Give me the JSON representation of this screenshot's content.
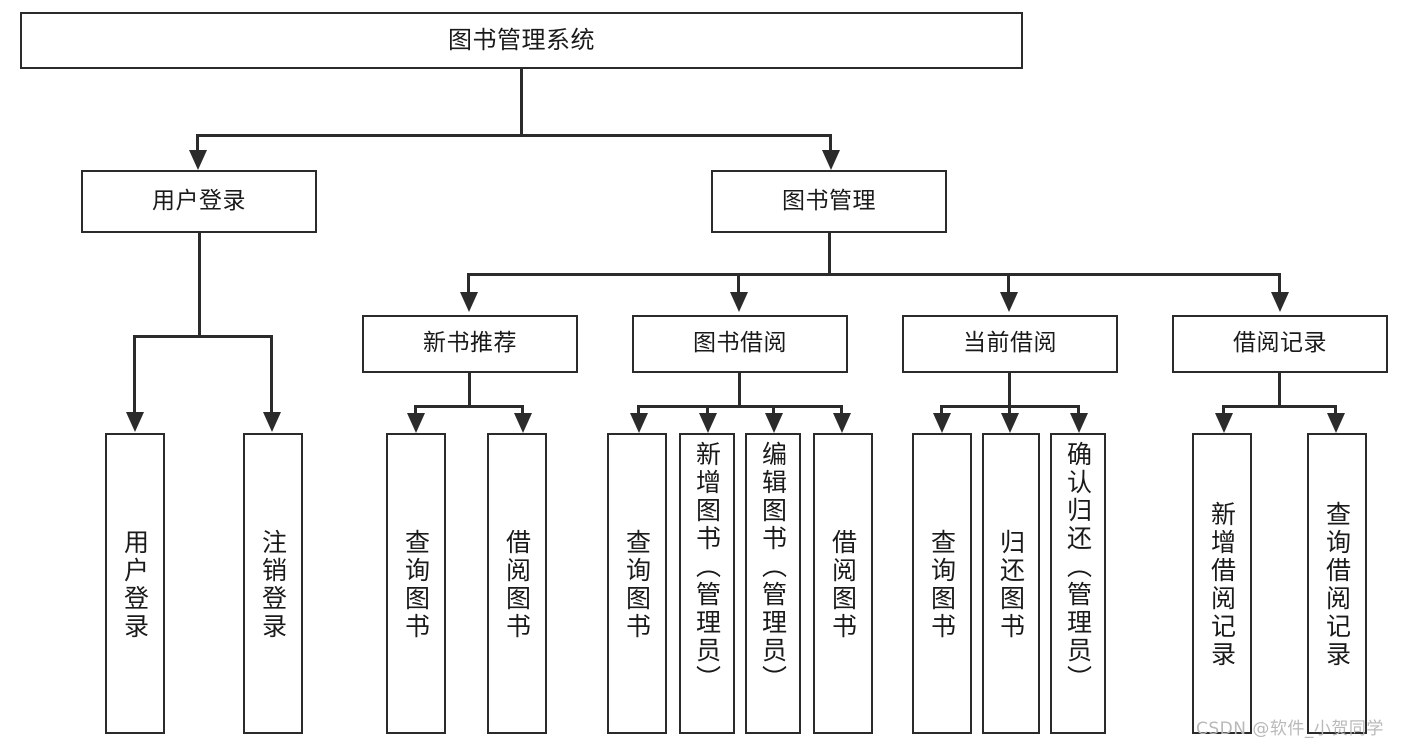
{
  "diagram": {
    "title": "图书管理系统",
    "type": "function-structure-tree",
    "watermark": "CSDN @软件_小贺同学",
    "colors": {
      "stroke": "#2b2b2b",
      "fill": "#ffffff",
      "text": "#1a1a1a",
      "watermark": "#b9b9b9"
    },
    "levels": {
      "level1": [
        {
          "id": "root",
          "label": "图书管理系统"
        }
      ],
      "level2": [
        {
          "id": "user-login",
          "label": "用户登录"
        },
        {
          "id": "book-manage",
          "label": "图书管理"
        }
      ],
      "level3": [
        {
          "id": "new-book-rec",
          "label": "新书推荐"
        },
        {
          "id": "book-borrow",
          "label": "图书借阅"
        },
        {
          "id": "current-borrow",
          "label": "当前借阅"
        },
        {
          "id": "borrow-record",
          "label": "借阅记录"
        }
      ],
      "level4": [
        {
          "id": "leaf-user-login",
          "label": "用户登录",
          "parent": "user-login"
        },
        {
          "id": "leaf-logout",
          "label": "注销登录",
          "parent": "user-login"
        },
        {
          "id": "leaf-query-book-1",
          "label": "查询图书",
          "parent": "new-book-rec"
        },
        {
          "id": "leaf-borrow-book-1",
          "label": "借阅图书",
          "parent": "new-book-rec"
        },
        {
          "id": "leaf-query-book-2",
          "label": "查询图书",
          "parent": "book-borrow"
        },
        {
          "id": "leaf-add-book",
          "label": "新增图书（管理员）",
          "parent": "book-borrow"
        },
        {
          "id": "leaf-edit-book",
          "label": "编辑图书（管理员）",
          "parent": "book-borrow"
        },
        {
          "id": "leaf-borrow-book-2",
          "label": "借阅图书",
          "parent": "book-borrow"
        },
        {
          "id": "leaf-query-book-3",
          "label": "查询图书",
          "parent": "current-borrow"
        },
        {
          "id": "leaf-return-book",
          "label": "归还图书",
          "parent": "current-borrow"
        },
        {
          "id": "leaf-confirm-return",
          "label": "确认归还（管理员）",
          "parent": "current-borrow"
        },
        {
          "id": "leaf-add-record",
          "label": "新增借阅记录",
          "parent": "borrow-record"
        },
        {
          "id": "leaf-query-record",
          "label": "查询借阅记录",
          "parent": "borrow-record"
        }
      ]
    }
  }
}
